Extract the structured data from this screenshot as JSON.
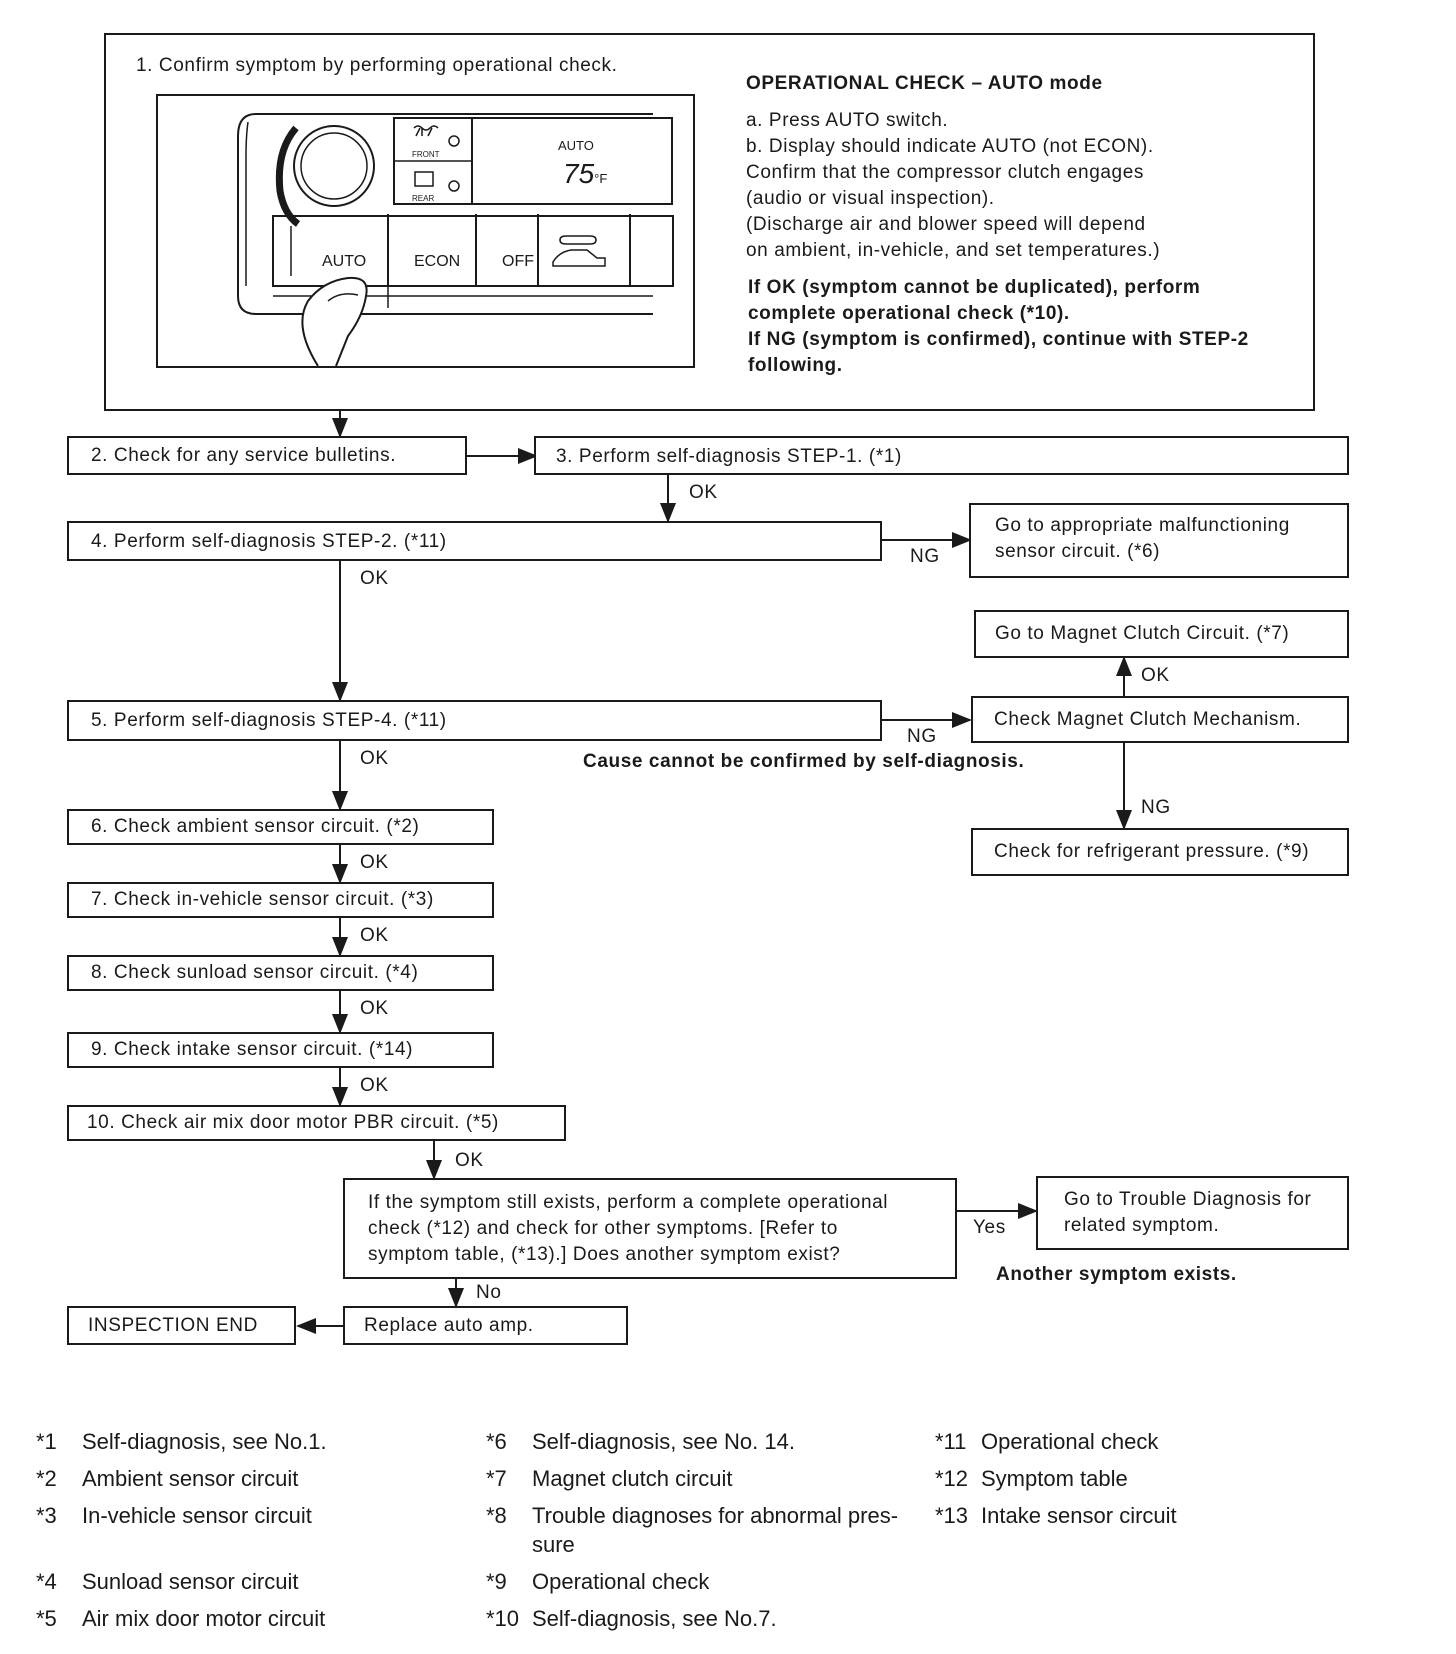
{
  "step1": {
    "title": "1. Confirm symptom by performing operational check.",
    "panel": {
      "front_label": "FRONT",
      "rear_label": "REAR",
      "display_mode": "AUTO",
      "display_temp": "75",
      "display_unit": "°F",
      "btn_auto": "AUTO",
      "btn_econ": "ECON",
      "btn_off": "OFF"
    },
    "opcheck_heading": "OPERATIONAL CHECK – AUTO mode",
    "opcheck_lines": [
      "a. Press AUTO switch.",
      "b. Display should indicate AUTO (not ECON).",
      "Confirm that the compressor clutch engages",
      "(audio or visual inspection).",
      "(Discharge air and blower speed will depend",
      "on ambient, in-vehicle, and set temperatures.)"
    ],
    "opcheck_bold_lines": [
      "If OK (symptom cannot be duplicated), perform",
      "complete operational check (*10).",
      "If NG (symptom is confirmed), continue with STEP-2",
      "following."
    ]
  },
  "flow": {
    "s2": "2. Check for any service bulletins.",
    "s3": "3. Perform self-diagnosis STEP-1. (*1)",
    "s4": "4. Perform self-diagnosis STEP-2. (*11)",
    "s4_ng_target": [
      "Go to appropriate malfunctioning",
      "sensor circuit. (*6)"
    ],
    "magnet_circuit": "Go to Magnet Clutch Circuit. (*7)",
    "s5": "5. Perform self-diagnosis STEP-4. (*11)",
    "magnet_mechanism": "Check Magnet Clutch Mechanism.",
    "cause_note": "Cause cannot be confirmed by self-diagnosis.",
    "refrigerant": "Check for refrigerant pressure. (*9)",
    "s6": "6. Check ambient sensor circuit. (*2)",
    "s7": "7. Check in-vehicle sensor circuit. (*3)",
    "s8": "8. Check sunload sensor circuit. (*4)",
    "s9": "9. Check intake sensor circuit. (*14)",
    "s10": "10. Check air mix door motor PBR circuit. (*5)",
    "symptom_check": [
      "If the symptom still exists, perform a complete operational",
      "check (*12) and check for other symptoms. [Refer to",
      "symptom table, (*13).] Does another symptom exist?"
    ],
    "trouble_diag": [
      "Go to Trouble Diagnosis for",
      "related symptom."
    ],
    "another_note": "Another symptom exists.",
    "replace": "Replace auto amp.",
    "end": "INSPECTION END",
    "ok": "OK",
    "ng": "NG",
    "yes": "Yes",
    "no": "No"
  },
  "footnotes": [
    {
      "key": "*1",
      "text": "Self-diagnosis, see No.1."
    },
    {
      "key": "*2",
      "text": "Ambient sensor circuit"
    },
    {
      "key": "*3",
      "text": "In-vehicle sensor circuit"
    },
    {
      "key": "*4",
      "text": "Sunload sensor circuit"
    },
    {
      "key": "*5",
      "text": "Air mix door motor circuit"
    },
    {
      "key": "*6",
      "text": "Self-diagnosis, see No. 14."
    },
    {
      "key": "*7",
      "text": "Magnet clutch circuit"
    },
    {
      "key": "*8",
      "text": "Trouble diagnoses for abnormal pres-"
    },
    {
      "key": "",
      "text": "sure"
    },
    {
      "key": "*9",
      "text": "Operational check"
    },
    {
      "key": "*10",
      "text": "Self-diagnosis, see No.7."
    },
    {
      "key": "*11",
      "text": "Operational check"
    },
    {
      "key": "*12",
      "text": "Symptom table"
    },
    {
      "key": "*13",
      "text": "Intake sensor circuit"
    }
  ]
}
